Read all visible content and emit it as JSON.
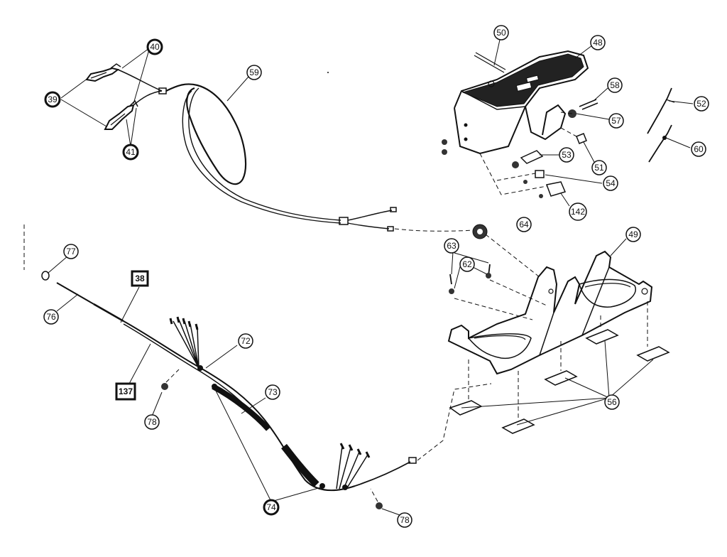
{
  "callouts": [
    {
      "id": "c40",
      "label": "40"
    },
    {
      "id": "c39",
      "label": "39"
    },
    {
      "id": "c41",
      "label": "41"
    },
    {
      "id": "c59",
      "label": "59"
    },
    {
      "id": "c50",
      "label": "50"
    },
    {
      "id": "c48",
      "label": "48"
    },
    {
      "id": "c58",
      "label": "58"
    },
    {
      "id": "c57",
      "label": "57"
    },
    {
      "id": "c52",
      "label": "52"
    },
    {
      "id": "c60",
      "label": "60"
    },
    {
      "id": "c53",
      "label": "53"
    },
    {
      "id": "c51",
      "label": "51"
    },
    {
      "id": "c54",
      "label": "54"
    },
    {
      "id": "c142",
      "label": "142"
    },
    {
      "id": "c64",
      "label": "64"
    },
    {
      "id": "c63",
      "label": "63"
    },
    {
      "id": "c62",
      "label": "62"
    },
    {
      "id": "c49",
      "label": "49"
    },
    {
      "id": "c77",
      "label": "77"
    },
    {
      "id": "c38",
      "label": "38"
    },
    {
      "id": "c76",
      "label": "76"
    },
    {
      "id": "c72",
      "label": "72"
    },
    {
      "id": "c137",
      "label": "137"
    },
    {
      "id": "c78a",
      "label": "78"
    },
    {
      "id": "c73",
      "label": "73"
    },
    {
      "id": "c56",
      "label": "56"
    },
    {
      "id": "c74",
      "label": "74"
    },
    {
      "id": "c78b",
      "label": "78"
    }
  ]
}
